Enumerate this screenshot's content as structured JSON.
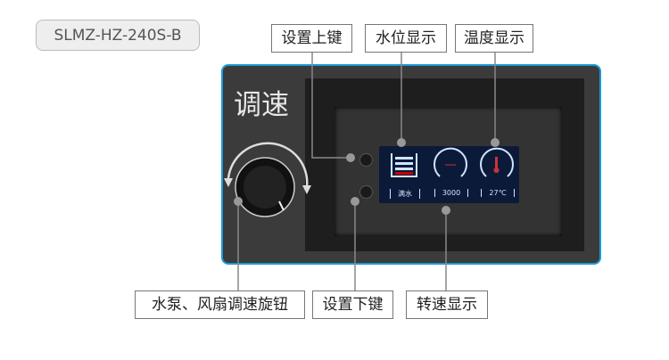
{
  "model": "SLMZ-HZ-240S-B",
  "panel_title": "调速",
  "labels": {
    "up_key": "设置上键",
    "water_level": "水位显示",
    "temperature": "温度显示",
    "knob": "水泵、风扇调速旋钮",
    "down_key": "设置下键",
    "speed": "转速显示"
  },
  "screen": {
    "water": "满水",
    "speed": "3000",
    "temp": "27℃"
  },
  "colors": {
    "accent": "#1a9ad6"
  }
}
